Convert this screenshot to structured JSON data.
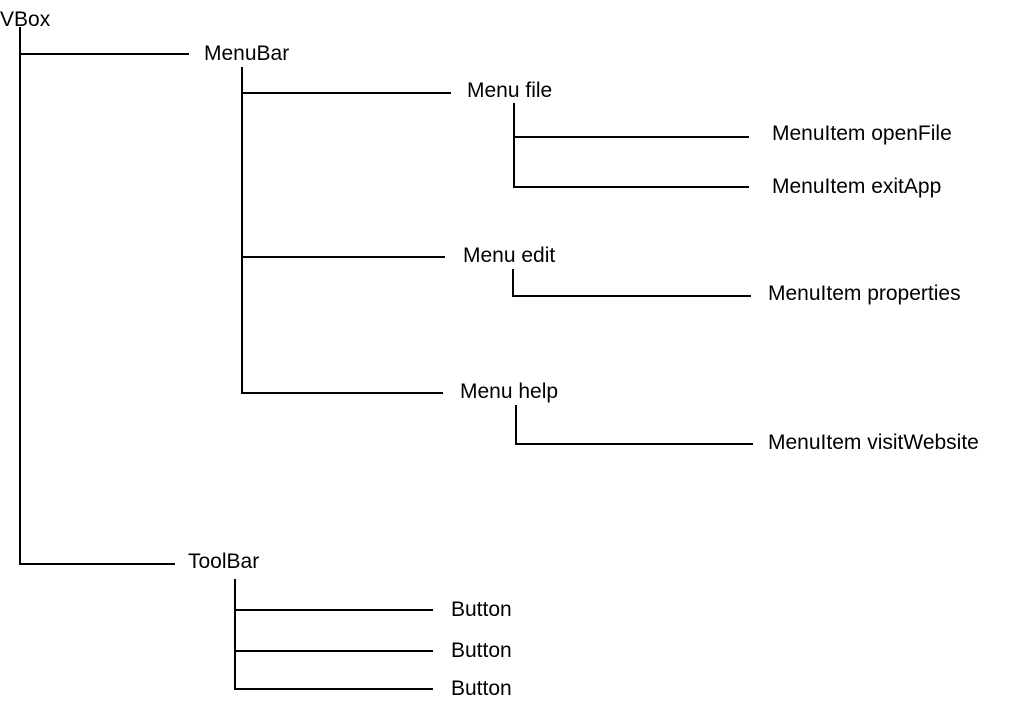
{
  "diagram": {
    "type": "tree",
    "line_color": "#000000",
    "background_color": "#ffffff",
    "nodes": {
      "vbox": "VBox",
      "menubar": "MenuBar",
      "menu_file": "Menu file",
      "menuitem_openfile": "MenuItem openFile",
      "menuitem_exitapp": "MenuItem exitApp",
      "menu_edit": "Menu edit",
      "menuitem_properties": "MenuItem properties",
      "menu_help": "Menu help",
      "menuitem_visitwebsite": "MenuItem visitWebsite",
      "toolbar": "ToolBar",
      "button_1": "Button",
      "button_2": "Button",
      "button_3": "Button"
    },
    "edges": [
      [
        "vbox",
        "menubar"
      ],
      [
        "vbox",
        "toolbar"
      ],
      [
        "menubar",
        "menu_file"
      ],
      [
        "menubar",
        "menu_edit"
      ],
      [
        "menubar",
        "menu_help"
      ],
      [
        "menu_file",
        "menuitem_openfile"
      ],
      [
        "menu_file",
        "menuitem_exitapp"
      ],
      [
        "menu_edit",
        "menuitem_properties"
      ],
      [
        "menu_help",
        "menuitem_visitwebsite"
      ],
      [
        "toolbar",
        "button_1"
      ],
      [
        "toolbar",
        "button_2"
      ],
      [
        "toolbar",
        "button_3"
      ]
    ]
  }
}
